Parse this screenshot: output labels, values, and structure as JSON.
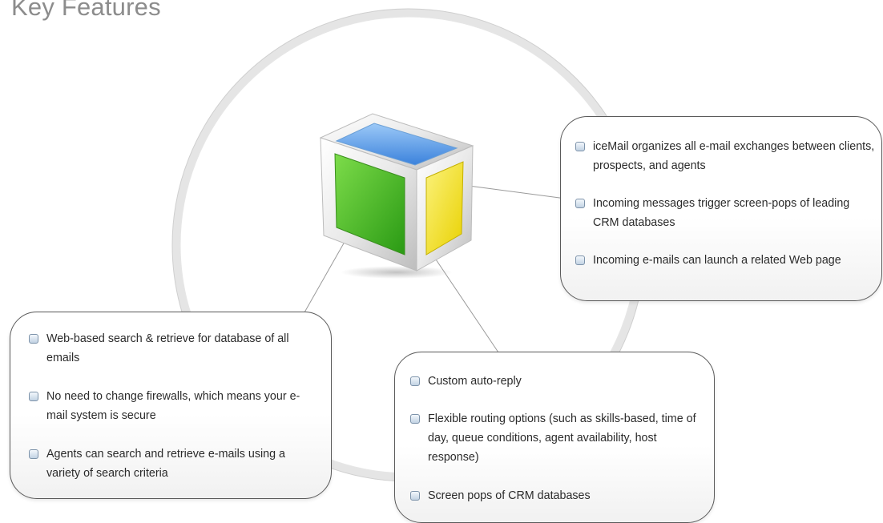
{
  "page": {
    "title": "Key Features"
  },
  "icon": {
    "name": "cube-icon",
    "colors": {
      "top": "#4a90e6",
      "left": "#4dc12e",
      "right": "#f5e418",
      "frame": "#e8e8e8"
    }
  },
  "boxes": {
    "right": {
      "items": [
        "iceMail organizes all e-mail exchanges between clients, prospects, and agents",
        "Incoming messages trigger screen-pops of leading CRM databases",
        "Incoming e-mails can launch a related Web page"
      ]
    },
    "left": {
      "items": [
        "Web-based search & retrieve for database of all emails",
        "No need to change firewalls, which means your e-mail system is secure",
        "Agents can search and retrieve e-mails using a variety of search criteria"
      ]
    },
    "bottom": {
      "items": [
        "Custom auto-reply",
        "Flexible routing options (such as skills-based, time of day, queue conditions, agent availability, host response)",
        "Screen pops of CRM databases"
      ]
    }
  }
}
